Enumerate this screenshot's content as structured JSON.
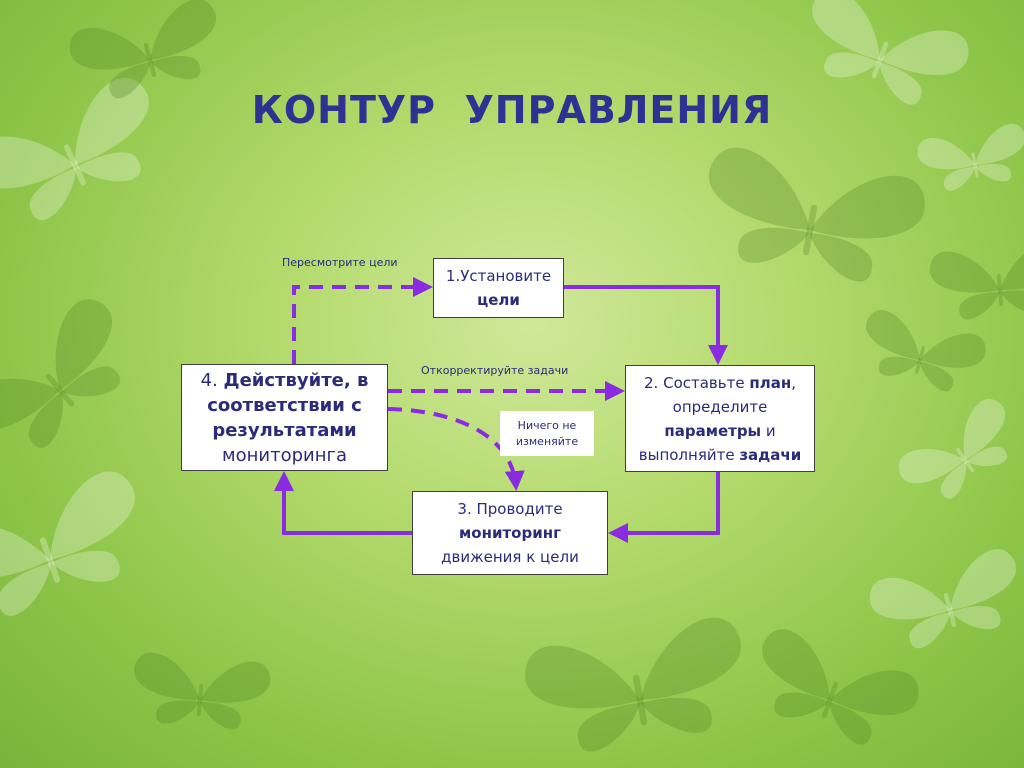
{
  "title": "КОНТУР  УПРАВЛЕНИЯ",
  "colors": {
    "title": "#2e3192",
    "arrow": "#8a2be2",
    "text": "#2b2b7a"
  },
  "steps": {
    "step1": {
      "line1": "1.Установите",
      "line2_bold": "цели"
    },
    "step2": {
      "line1_a": "2. Составьте ",
      "line1_bold": "план",
      "line1_b": ",",
      "line2": "определите",
      "line3_bold": "параметры",
      "line3_b": " и",
      "line4_a": "выполняйте ",
      "line4_bold": "задачи"
    },
    "step3": {
      "line1": "3. Проводите",
      "line2_bold": "мониторинг",
      "line3": "движения к цели"
    },
    "step4": {
      "line1_a": "4. ",
      "line1_bold": "Действуйте, в",
      "line2_bold": "соответствии с",
      "line3_bold": "результатами",
      "line4": "мониторинга"
    }
  },
  "labels": {
    "review_goals": "Пересмотрите цели",
    "correct_tasks": "Откорректируйте задачи",
    "no_change": {
      "line1": "Ничего не",
      "line2": "изменяйте"
    }
  },
  "decor": {
    "background_icon": "butterfly-icon"
  }
}
